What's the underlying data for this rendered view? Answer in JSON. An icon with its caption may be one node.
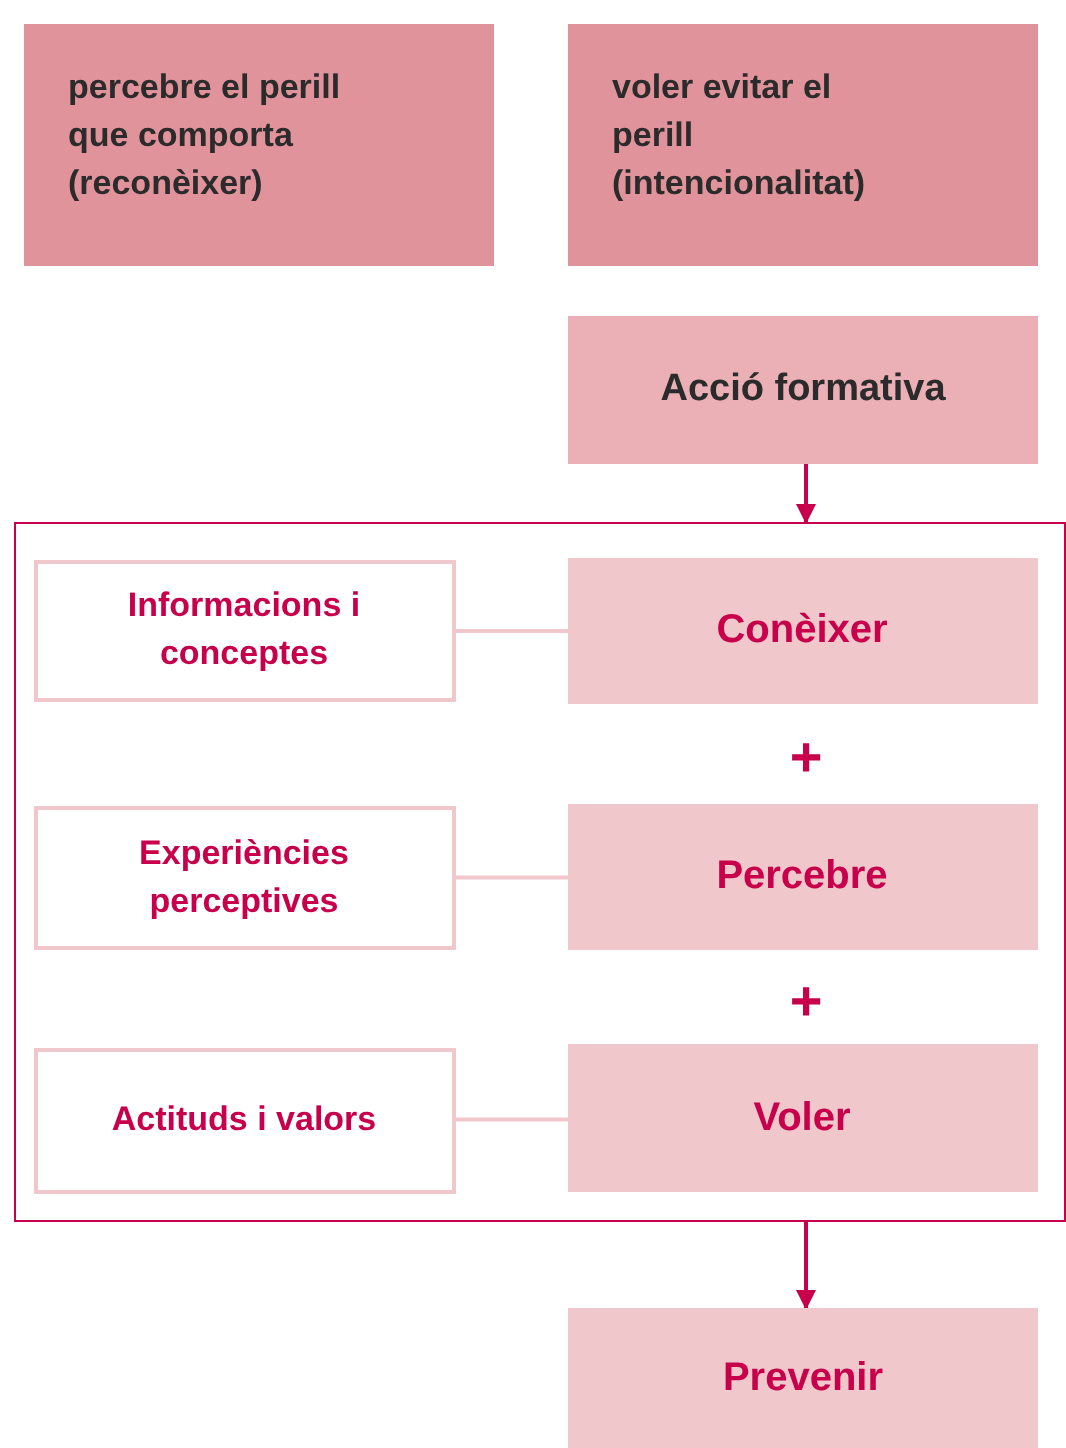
{
  "diagram": {
    "nodes": [
      {
        "text": [
          "percebre el perill que comporta (reconèixer)"
        ]
      },
      {
        "text": [
          "voler evitar el perill (intencionalitat)"
        ]
      },
      {
        "text": [
          "Acció formativa"
        ]
      },
      {
        "text": [],
        "shape": "box"
      },
      {
        "text": [
          "Informacions i conceptes"
        ],
        "in": 3
      },
      {
        "text": [
          "Conèixer"
        ],
        "in": 3
      },
      {
        "text": [
          "Experiències perceptives"
        ],
        "in": 3
      },
      {
        "text": [
          "Percebre"
        ],
        "in": 3
      },
      {
        "text": [
          "Actituds i valors"
        ],
        "in": 3
      },
      {
        "text": [
          "Voler"
        ],
        "in": 3
      },
      {
        "text": [
          "Prevenir"
        ]
      }
    ],
    "edges": [
      {
        "from": 2,
        "to": 3,
        "arrow": "to",
        "color": "#c8004b"
      },
      {
        "from": 4,
        "to": 5,
        "arrow": "none"
      },
      {
        "from": 6,
        "to": 7,
        "arrow": "none"
      },
      {
        "from": 8,
        "to": 9,
        "arrow": "none"
      },
      {
        "from": 3,
        "to": 10,
        "arrow": "to",
        "color": "#c8004b"
      }
    ],
    "labels": [
      "+",
      "+"
    ]
  }
}
